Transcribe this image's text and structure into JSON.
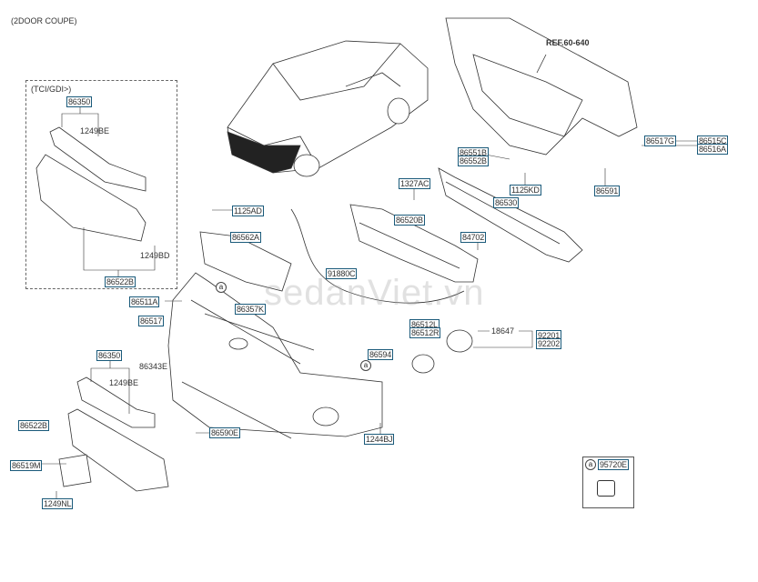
{
  "header": {
    "variant": "(2DOOR COUPE)",
    "ref": "REF.60-640",
    "tci_label": "(TCI/GDI>)"
  },
  "labels": {
    "p86350_top": "86350",
    "p1249BE_top": "1249BE",
    "p1249BD": "1249BD",
    "p86522B_top": "86522B",
    "p86551B": "86551B",
    "p86552B": "86552B",
    "p86517G": "86517G",
    "p86515C": "86515C",
    "p86516A": "86516A",
    "p1327AC": "1327AC",
    "p1125KD": "1125KD",
    "p86591": "86591",
    "p86530": "86530",
    "p1125AD": "1125AD",
    "p86520B": "86520B",
    "p86562A": "86562A",
    "p84702": "84702",
    "p91880C": "91880C",
    "p86511A": "86511A",
    "p86357K": "86357K",
    "p86517": "86517",
    "p86512L": "86512L",
    "p86512R": "86512R",
    "p18647": "18647",
    "p92201": "92201",
    "p92202": "92202",
    "p86350_low": "86350",
    "p86594": "86594",
    "p86343E": "86343E",
    "p1249BE_low": "1249BE",
    "p86522B_low": "86522B",
    "p86590E": "86590E",
    "p1244BJ": "1244BJ",
    "p86519M": "86519M",
    "p1249NL": "1249NL",
    "p95720E": "95720E"
  },
  "markers": {
    "ref_a": "a"
  },
  "watermark": "sedanViet.vn"
}
